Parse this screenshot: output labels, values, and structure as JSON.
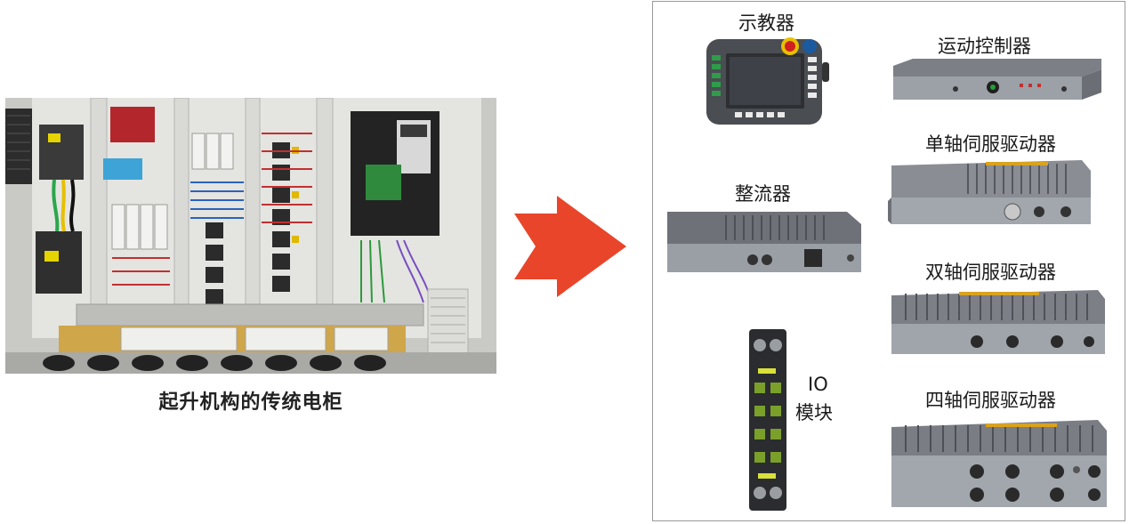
{
  "cabinet": {
    "caption": "起升机构的传统电柜"
  },
  "arrow": {
    "color": "#e8452b"
  },
  "panel": {
    "devices": {
      "teach_pendant": "示教器",
      "motion_controller": "运动控制器",
      "single_axis_drive": "单轴伺服驱动器",
      "rectifier": "整流器",
      "dual_axis_drive": "双轴伺服驱动器",
      "io_module_line1": "IO",
      "io_module_line2": "模块",
      "quad_axis_drive": "四轴伺服驱动器"
    }
  }
}
